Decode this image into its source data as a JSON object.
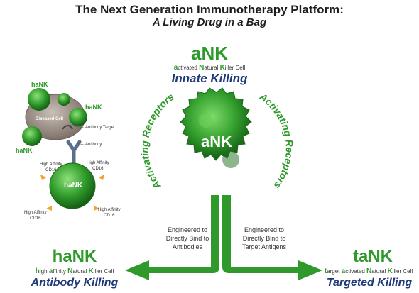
{
  "header": {
    "title": "The Next Generation Immunotherapy Platform:",
    "subtitle": "A Living Drug in a Bag"
  },
  "top": {
    "name": "aNK",
    "acronym": [
      {
        "initial": "a",
        "rest": "ctivated "
      },
      {
        "initial": "N",
        "rest": "atural "
      },
      {
        "initial": "K",
        "rest": "iller Cell"
      }
    ],
    "mode": "Innate Killing"
  },
  "center_cell": {
    "label": "aNK"
  },
  "receptors": {
    "left": "Activating Receptors",
    "right": "Activating Receptors"
  },
  "branches": {
    "left_text": [
      "Engineered to",
      "Directly Bind to",
      "Antibodies"
    ],
    "right_text": [
      "Engineered to",
      "Directly Bind to",
      "Target Antigens"
    ]
  },
  "left_product": {
    "name": "haNK",
    "acronym": [
      {
        "initial": "h",
        "rest": "igh "
      },
      {
        "initial": "a",
        "rest": "ffinity "
      },
      {
        "initial": "N",
        "rest": "atural "
      },
      {
        "initial": "K",
        "rest": "iller Cell"
      }
    ],
    "mode": "Antibody Killing"
  },
  "right_product": {
    "name": "taNK",
    "acronym": [
      {
        "initial": "t",
        "rest": "arget "
      },
      {
        "initial": "a",
        "rest": "ctivated "
      },
      {
        "initial": "N",
        "rest": "atural "
      },
      {
        "initial": "K",
        "rest": "iller Cell"
      }
    ],
    "mode": "Targeted Killing"
  },
  "inset": {
    "hank_labels": [
      "haNK",
      "haNK",
      "haNK"
    ],
    "diseased_cell": "Diseased Cell",
    "antibody_target": "Antibody Target",
    "antibody": "Antibody",
    "cell_label": "haNK",
    "cd16_label": [
      "High Affinity",
      "CD16"
    ]
  },
  "colors": {
    "green": "#2f9a2b",
    "dark_green": "#1e6b1e",
    "navy": "#1f3a7a",
    "orange": "#f0a22a",
    "diseased": "#9b8f86"
  }
}
